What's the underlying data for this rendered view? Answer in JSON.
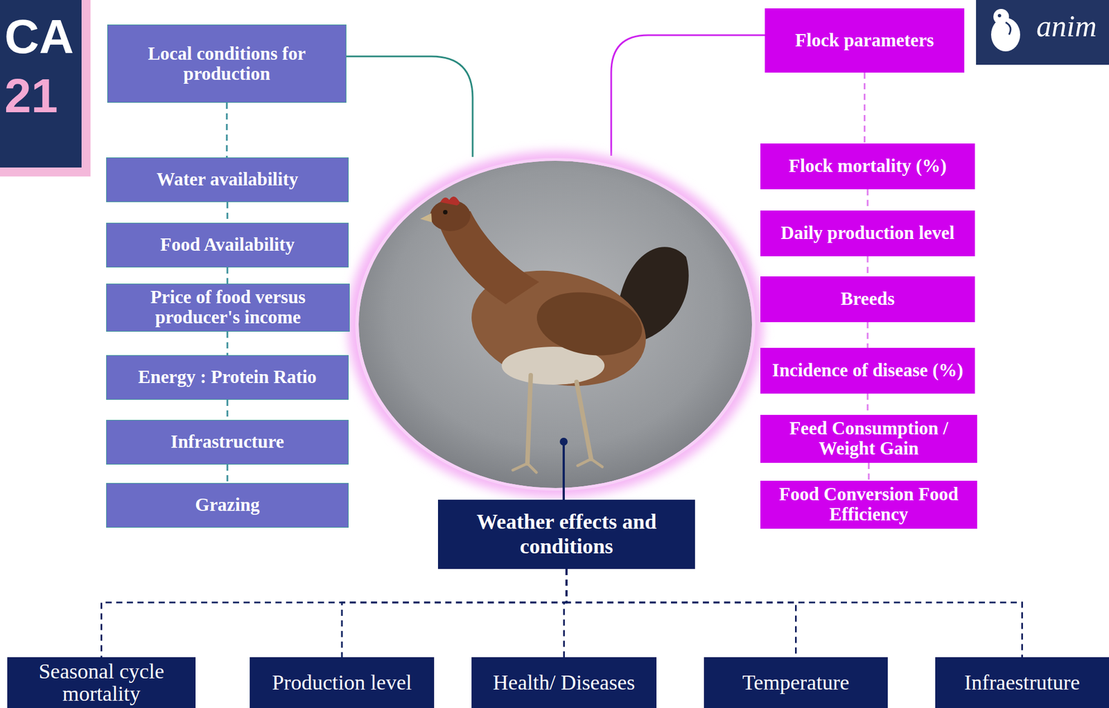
{
  "diagram": {
    "nodes": [
      {
        "text": [
          "Local conditions for production"
        ]
      },
      {
        "text": [
          "Water availability"
        ]
      },
      {
        "text": [
          "Food Availability"
        ]
      },
      {
        "text": [
          "Price of food versus producer's income"
        ]
      },
      {
        "text": [
          "Energy : Protein Ratio"
        ]
      },
      {
        "text": [
          "Infrastructure"
        ]
      },
      {
        "text": [
          "Grazing"
        ]
      },
      {
        "text": [
          "Flock parameters"
        ]
      },
      {
        "text": [
          "Flock mortality (%)"
        ]
      },
      {
        "text": [
          "Daily production level"
        ]
      },
      {
        "text": [
          "Breeds"
        ]
      },
      {
        "text": [
          "Incidence of disease (%)"
        ]
      },
      {
        "text": [
          "Feed Consumption / Weight Gain"
        ]
      },
      {
        "text": [
          "Food Conversion Food Efficiency"
        ]
      },
      {
        "text": [
          "Weather effects and conditions"
        ]
      },
      {
        "text": [
          "Seasonal cycle mortality"
        ]
      },
      {
        "text": [
          "Production level"
        ]
      },
      {
        "text": [
          "Health/ Diseases"
        ]
      },
      {
        "text": [
          "Temperature"
        ]
      },
      {
        "text": [
          "Infraestruture"
        ]
      }
    ],
    "edges": [
      {
        "from": 0,
        "to": 1,
        "arrow": "none"
      },
      {
        "from": 1,
        "to": 2,
        "arrow": "none"
      },
      {
        "from": 2,
        "to": 3,
        "arrow": "none"
      },
      {
        "from": 3,
        "to": 4,
        "arrow": "none"
      },
      {
        "from": 4,
        "to": 5,
        "arrow": "none"
      },
      {
        "from": 5,
        "to": 6,
        "arrow": "none"
      },
      {
        "from": 7,
        "to": 8,
        "arrow": "none"
      },
      {
        "from": 8,
        "to": 9,
        "arrow": "none"
      },
      {
        "from": 9,
        "to": 10,
        "arrow": "none"
      },
      {
        "from": 10,
        "to": 11,
        "arrow": "none"
      },
      {
        "from": 11,
        "to": 12,
        "arrow": "none"
      },
      {
        "from": 12,
        "to": 13,
        "arrow": "none"
      },
      {
        "from": 14,
        "to": 15,
        "arrow": "none"
      },
      {
        "from": 14,
        "to": 16,
        "arrow": "none"
      },
      {
        "from": 14,
        "to": 17,
        "arrow": "none"
      },
      {
        "from": 14,
        "to": 18,
        "arrow": "none"
      },
      {
        "from": 14,
        "to": 19,
        "arrow": "none"
      }
    ],
    "labels": [
      "CA",
      "21",
      "anim"
    ]
  }
}
